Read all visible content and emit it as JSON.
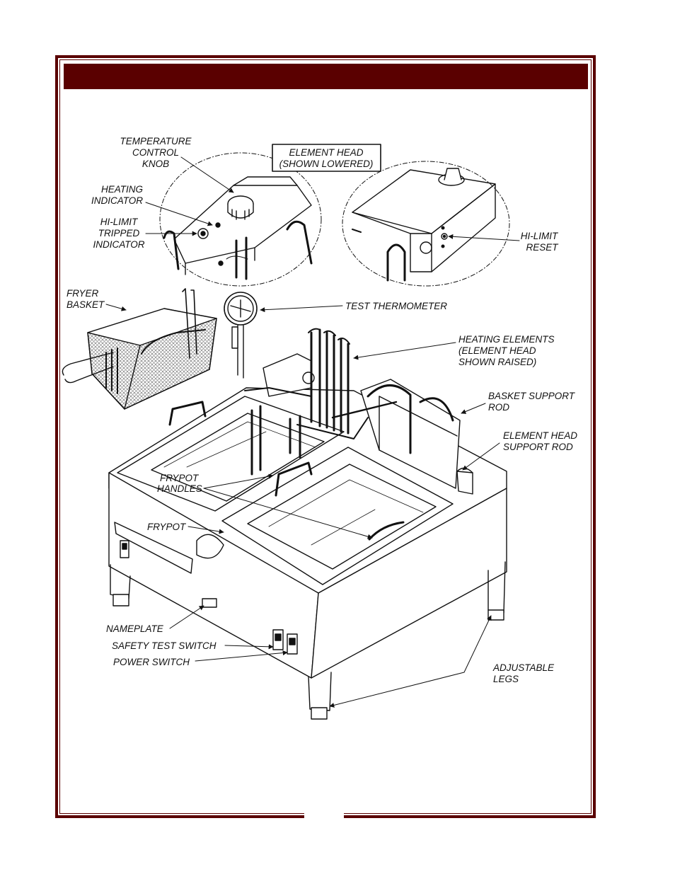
{
  "header": {
    "title": ""
  },
  "labels": {
    "temperature_control_knob": [
      "TEMPERATURE",
      "CONTROL",
      "KNOB"
    ],
    "element_head_lowered": [
      "ELEMENT HEAD",
      "(SHOWN LOWERED)"
    ],
    "heating_indicator": [
      "HEATING",
      "INDICATOR"
    ],
    "hi_limit_tripped": [
      "HI-LIMIT",
      "TRIPPED",
      "INDICATOR"
    ],
    "hi_limit_reset": [
      "HI-LIMIT",
      "RESET"
    ],
    "fryer_basket": [
      "FRYER",
      "BASKET"
    ],
    "test_thermometer": [
      "TEST THERMOMETER"
    ],
    "heating_elements": [
      "HEATING ELEMENTS",
      "(ELEMENT HEAD",
      "SHOWN RAISED)"
    ],
    "basket_support_rod": [
      "BASKET SUPPORT",
      "ROD"
    ],
    "element_head_support_rod": [
      "ELEMENT HEAD",
      "SUPPORT ROD"
    ],
    "frypot_handles": [
      "FRYPOT",
      "HANDLES"
    ],
    "frypot": [
      "FRYPOT"
    ],
    "nameplate": [
      "NAMEPLATE"
    ],
    "safety_test_switch": [
      "SAFETY TEST SWITCH"
    ],
    "power_switch": [
      "POWER SWITCH"
    ],
    "adjustable_legs": [
      "ADJUSTABLE",
      "LEGS"
    ]
  },
  "colors": {
    "frame": "#5a0000",
    "line": "#111111",
    "hatch": "#555555"
  }
}
